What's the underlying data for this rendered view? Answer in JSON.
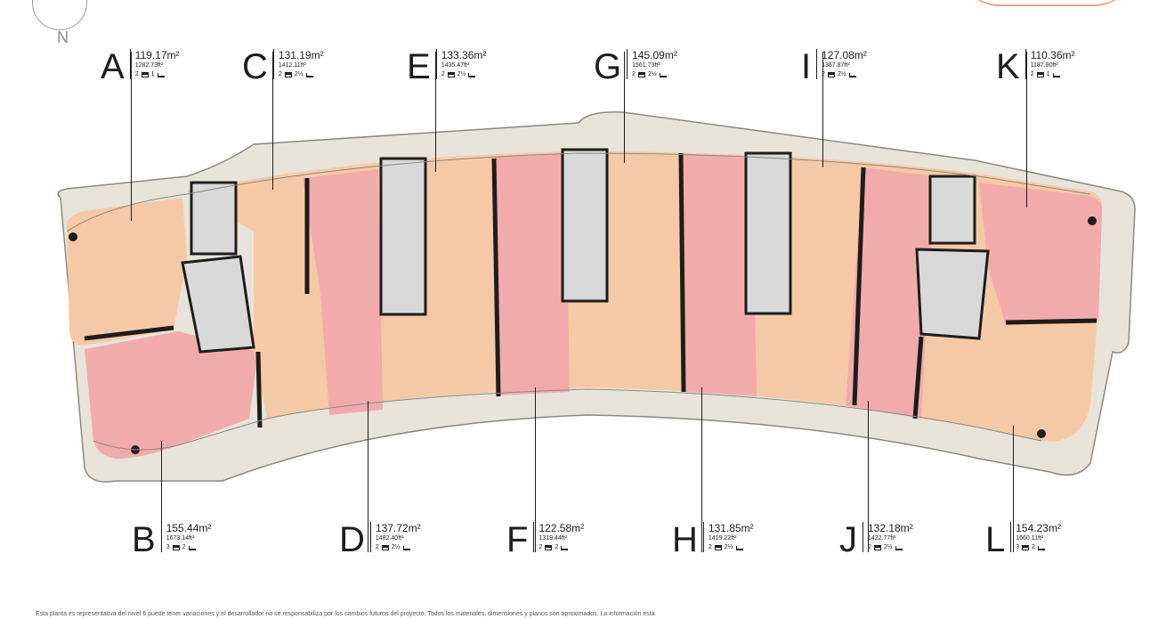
{
  "north": {
    "letter": "N"
  },
  "units": [
    {
      "letter": "A",
      "area_m2": "119.17m²",
      "area_ft2": "1282.73ft²",
      "beds": "2",
      "baths": "1"
    },
    {
      "letter": "B",
      "area_m2": "155.44m²",
      "area_ft2": "1673.14ft²",
      "beds": "3",
      "baths": "2"
    },
    {
      "letter": "C",
      "area_m2": "131.19m²",
      "area_ft2": "1412.11ft²",
      "beds": "2",
      "baths": "2½"
    },
    {
      "letter": "D",
      "area_m2": "137.72m²",
      "area_ft2": "1482.40ft²",
      "beds": "2",
      "baths": "2½"
    },
    {
      "letter": "E",
      "area_m2": "133.36m²",
      "area_ft2": "1435.47ft²",
      "beds": "2",
      "baths": "2½"
    },
    {
      "letter": "F",
      "area_m2": "122.58m²",
      "area_ft2": "1319.44ft²",
      "beds": "2",
      "baths": "2"
    },
    {
      "letter": "G",
      "area_m2": "145.09m²",
      "area_ft2": "1561.73ft²",
      "beds": "2",
      "baths": "2½"
    },
    {
      "letter": "H",
      "area_m2": "131.85m²",
      "area_ft2": "1419.22ft²",
      "beds": "2",
      "baths": "2½"
    },
    {
      "letter": "I",
      "area_m2": "127.08m²",
      "area_ft2": "1367.87ft²",
      "beds": "2",
      "baths": "2½"
    },
    {
      "letter": "J",
      "area_m2": "132.18m²",
      "area_ft2": "1422.77ft²",
      "beds": "2",
      "baths": "2½"
    },
    {
      "letter": "K",
      "area_m2": "110.36m²",
      "area_ft2": "1187.90ft²",
      "beds": "2",
      "baths": "1"
    },
    {
      "letter": "L",
      "area_m2": "154.23m²",
      "area_ft2": "1660.11ft²",
      "beds": "3",
      "baths": "2"
    }
  ],
  "colors": {
    "terrace": "#e8e4d9",
    "unit_peach": "#f6c9a6",
    "unit_pink": "#f2abab",
    "core": "#d9d9d9",
    "wall": "#1d1d1b"
  },
  "disclaimer": "Esta planta es representativa del nivel 6 puede tener variaciones y el desarrollador no se responsabiliza por los cambios futuros del proyecto. Todos los materiales, dimensiones y planos son aproximados. La información está"
}
